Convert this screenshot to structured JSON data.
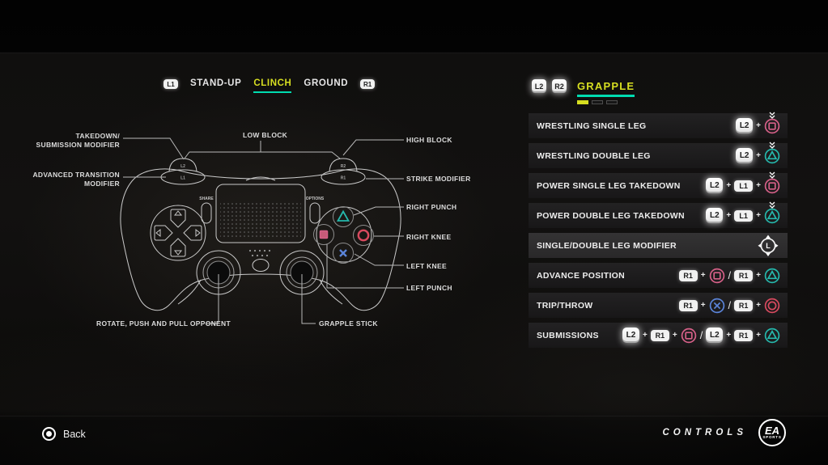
{
  "colors": {
    "accent_yellow": "#d7df21",
    "accent_teal": "#00dcb0",
    "btn_square": "#d66088",
    "btn_triangle": "#25b8ac",
    "btn_cross": "#5b84d8",
    "btn_circle": "#d84a5f"
  },
  "tabs": {
    "left_hint": "L1",
    "right_hint": "R1",
    "items": [
      {
        "label": "STAND-UP",
        "active": false
      },
      {
        "label": "CLINCH",
        "active": true
      },
      {
        "label": "GROUND",
        "active": false
      }
    ]
  },
  "panel": {
    "hint_badges": [
      "L2",
      "R2"
    ],
    "title": "GRAPPLE",
    "pages": 3,
    "active_page": 0,
    "rows": [
      {
        "label": "WRESTLING SINGLE LEG",
        "combo": [
          "key:L2",
          "plus",
          "btn:square:flick"
        ],
        "selected": false
      },
      {
        "label": "WRESTLING DOUBLE LEG",
        "combo": [
          "key:L2",
          "plus",
          "btn:triangle:flick"
        ],
        "selected": false
      },
      {
        "label": "POWER SINGLE LEG TAKEDOWN",
        "combo": [
          "key:L2",
          "plus",
          "pill:L1",
          "plus",
          "btn:square:flick"
        ],
        "selected": false
      },
      {
        "label": "POWER DOUBLE LEG TAKEDOWN",
        "combo": [
          "key:L2",
          "plus",
          "pill:L1",
          "plus",
          "btn:triangle:flick"
        ],
        "selected": false
      },
      {
        "label": "SINGLE/DOUBLE LEG MODIFIER",
        "combo": [
          "stick:L"
        ],
        "selected": true
      },
      {
        "label": "ADVANCE POSITION",
        "combo": [
          "pill:R1",
          "plus",
          "btn:square",
          "slash",
          "pill:R1",
          "plus",
          "btn:triangle"
        ],
        "selected": false
      },
      {
        "label": "TRIP/THROW",
        "combo": [
          "pill:R1",
          "plus",
          "btn:cross",
          "slash",
          "pill:R1",
          "plus",
          "btn:circle"
        ],
        "selected": false
      },
      {
        "label": "SUBMISSIONS",
        "combo": [
          "key:L2",
          "plus",
          "pill:R1",
          "plus",
          "btn:square",
          "slash",
          "key:L2",
          "plus",
          "pill:R1",
          "plus",
          "btn:triangle"
        ],
        "selected": false
      }
    ]
  },
  "diagram": {
    "controller": {
      "l2": "L2",
      "l1": "L1",
      "r2": "R2",
      "r1": "R1",
      "share": "SHARE",
      "options": "OPTIONS"
    },
    "labels": {
      "takedown_line1": "TAKEDOWN/",
      "takedown_line2": "SUBMISSION MODIFIER",
      "advanced_line1": "ADVANCED TRANSITION",
      "advanced_line2": "MODIFIER",
      "low_block": "LOW BLOCK",
      "high_block": "HIGH BLOCK",
      "strike_modifier": "STRIKE MODIFIER",
      "right_punch": "RIGHT PUNCH",
      "right_knee": "RIGHT KNEE",
      "left_knee": "LEFT KNEE",
      "left_punch": "LEFT PUNCH",
      "rotate": "ROTATE, PUSH AND PULL OPPONENT",
      "grapple_stick": "GRAPPLE STICK"
    }
  },
  "footer": {
    "back_label": "Back",
    "screen_title": "CONTROLS",
    "brand_top": "EA",
    "brand_bottom": "SPORTS"
  }
}
